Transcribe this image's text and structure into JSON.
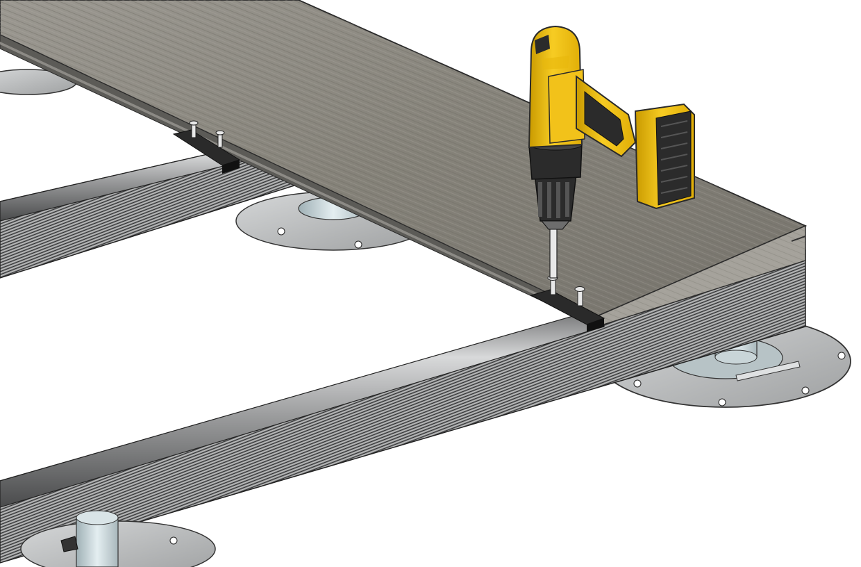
{
  "scene": {
    "background": "#ffffff",
    "colors": {
      "deck_board_top": "#8f8c86",
      "deck_board_edge": "#a9a6a0",
      "deck_board_side_shadow": "#5a5955",
      "joist_metal": "#9a9b9c",
      "joist_dark": "#3b3c3d",
      "pedestal_plate": "#b9bbbc",
      "pedestal_column": "#c7d4d8",
      "clip_black": "#2a2a2a",
      "drill_yellow": "#f2c21a",
      "drill_yellow_dark": "#c99a00",
      "drill_black": "#2b2b2b",
      "drill_grey": "#6d6d6d",
      "screw_white": "#e8e8e8"
    },
    "objects": [
      "deck-board",
      "aluminium-joist",
      "adjustable-pedestal",
      "fixing-clip",
      "screw",
      "cordless-drill"
    ]
  }
}
